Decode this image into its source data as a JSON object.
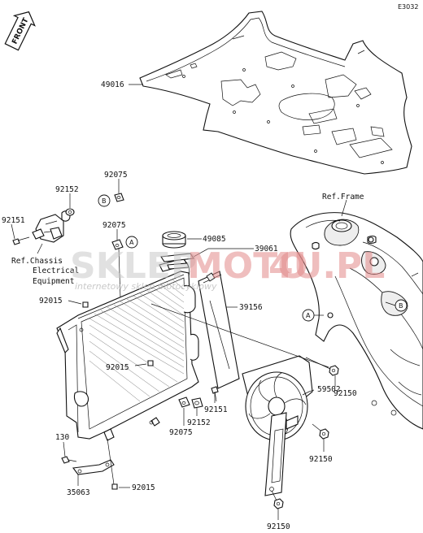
{
  "diagram_code": "E3032",
  "front_label": "FRONT",
  "watermark": {
    "main_a": "SKLEP",
    "main_b": "MOTO",
    "main_c": "4U.PL",
    "sub": "internetowy sklep motocyklowy"
  },
  "parts": {
    "p49016": "49016",
    "p92075_top": "92075",
    "p92152_top": "92152",
    "p92151_top": "92151",
    "p92075_mid": "92075",
    "p49085": "49085",
    "p39061": "39061",
    "p92015_top": "92015",
    "p39156": "39156",
    "p92015_mid": "92015",
    "p92150_a": "92150",
    "p92151_bot": "92151",
    "p92152_bot": "92152",
    "p59502": "59502",
    "p92075_bot": "92075",
    "p130": "130",
    "p92150_b": "92150",
    "p35063": "35063",
    "p92015_bot": "92015",
    "p92150_c": "92150"
  },
  "refs": {
    "frame": "Ref.Frame",
    "chassis_1": "Ref.Chassis",
    "chassis_2": "Electrical",
    "chassis_3": "Equipment"
  },
  "markers": {
    "a": "A",
    "b": "B"
  }
}
